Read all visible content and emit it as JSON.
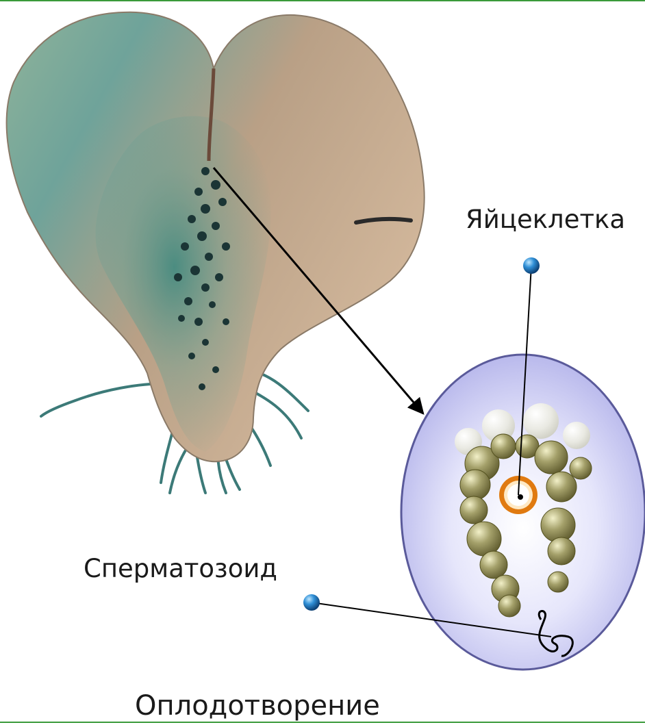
{
  "labels": {
    "egg": "Яйцеклетка",
    "sperm": "Сперматозоид",
    "title": "Оплодотворение"
  },
  "colors": {
    "frame_border": "#3a9a3a",
    "thallus_tan": "#c9ab8c",
    "thallus_green": "#5a9a90",
    "rhizoid_dark": "#1f4a4a",
    "circle_fill": "#c8c8ef",
    "circle_stroke": "#5a5a9a",
    "archegonium_cells": "#8e8a52",
    "egg_ring": "#e07a10",
    "pin_blue": "#1e6fb0",
    "arrow": "#000000"
  },
  "icons": [
    "pin-head-icon",
    "arrow-head-icon",
    "sperm-flagellum-icon"
  ]
}
